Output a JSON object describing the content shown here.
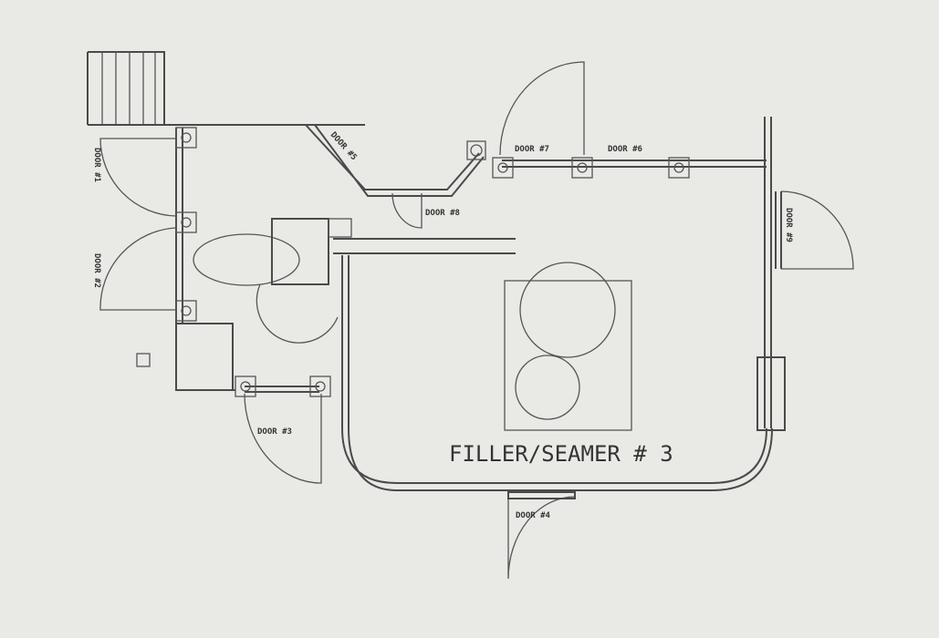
{
  "title": "FILLER/SEAMER # 3",
  "doors": {
    "d1": "DOOR #1",
    "d2": "DOOR #2",
    "d3": "DOOR #3",
    "d4": "DOOR #4",
    "d5": "DOOR #5",
    "d6": "DOOR #6",
    "d7": "DOOR #7",
    "d8": "DOOR #8",
    "d9": "DOOR #9"
  }
}
